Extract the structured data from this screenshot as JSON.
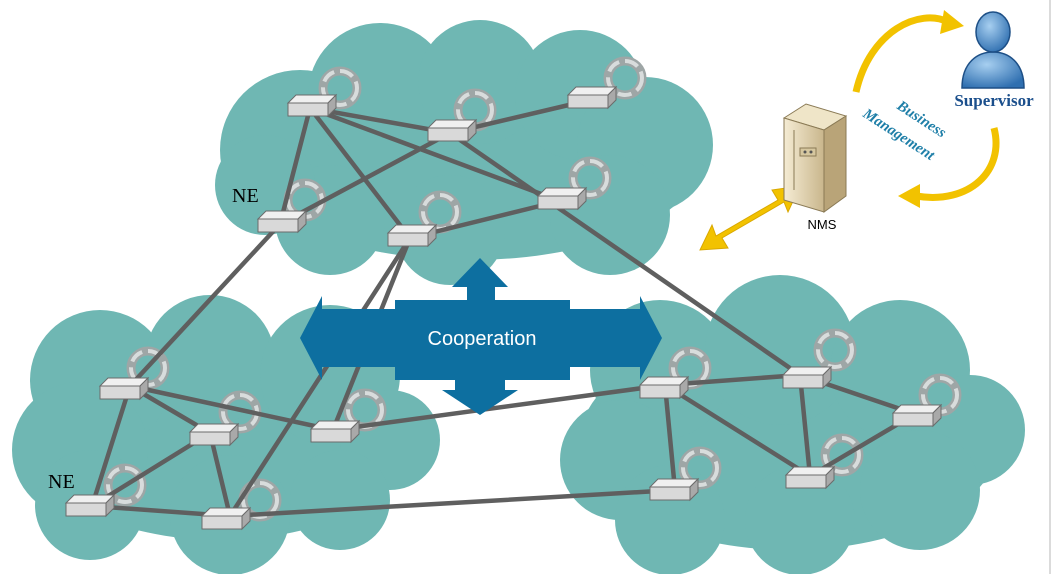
{
  "labels": {
    "ne_top": "NE",
    "ne_bottom": "NE",
    "cooperation": "Cooperation",
    "nms": "NMS",
    "supervisor": "Supervisor",
    "business": "Business",
    "management": "Management"
  },
  "icons": {
    "ring": "ring-icon",
    "switch": "switch-icon",
    "server": "server-icon",
    "user": "user-icon"
  },
  "colors": {
    "cloud": "#6fb7b3",
    "link": "#5f5f5f",
    "arrow_blue": "#0d6fa0",
    "arrow_yellow": "#f2c200",
    "supervisor_text": "#1b4f8c",
    "business_text": "#1f7fa8"
  }
}
